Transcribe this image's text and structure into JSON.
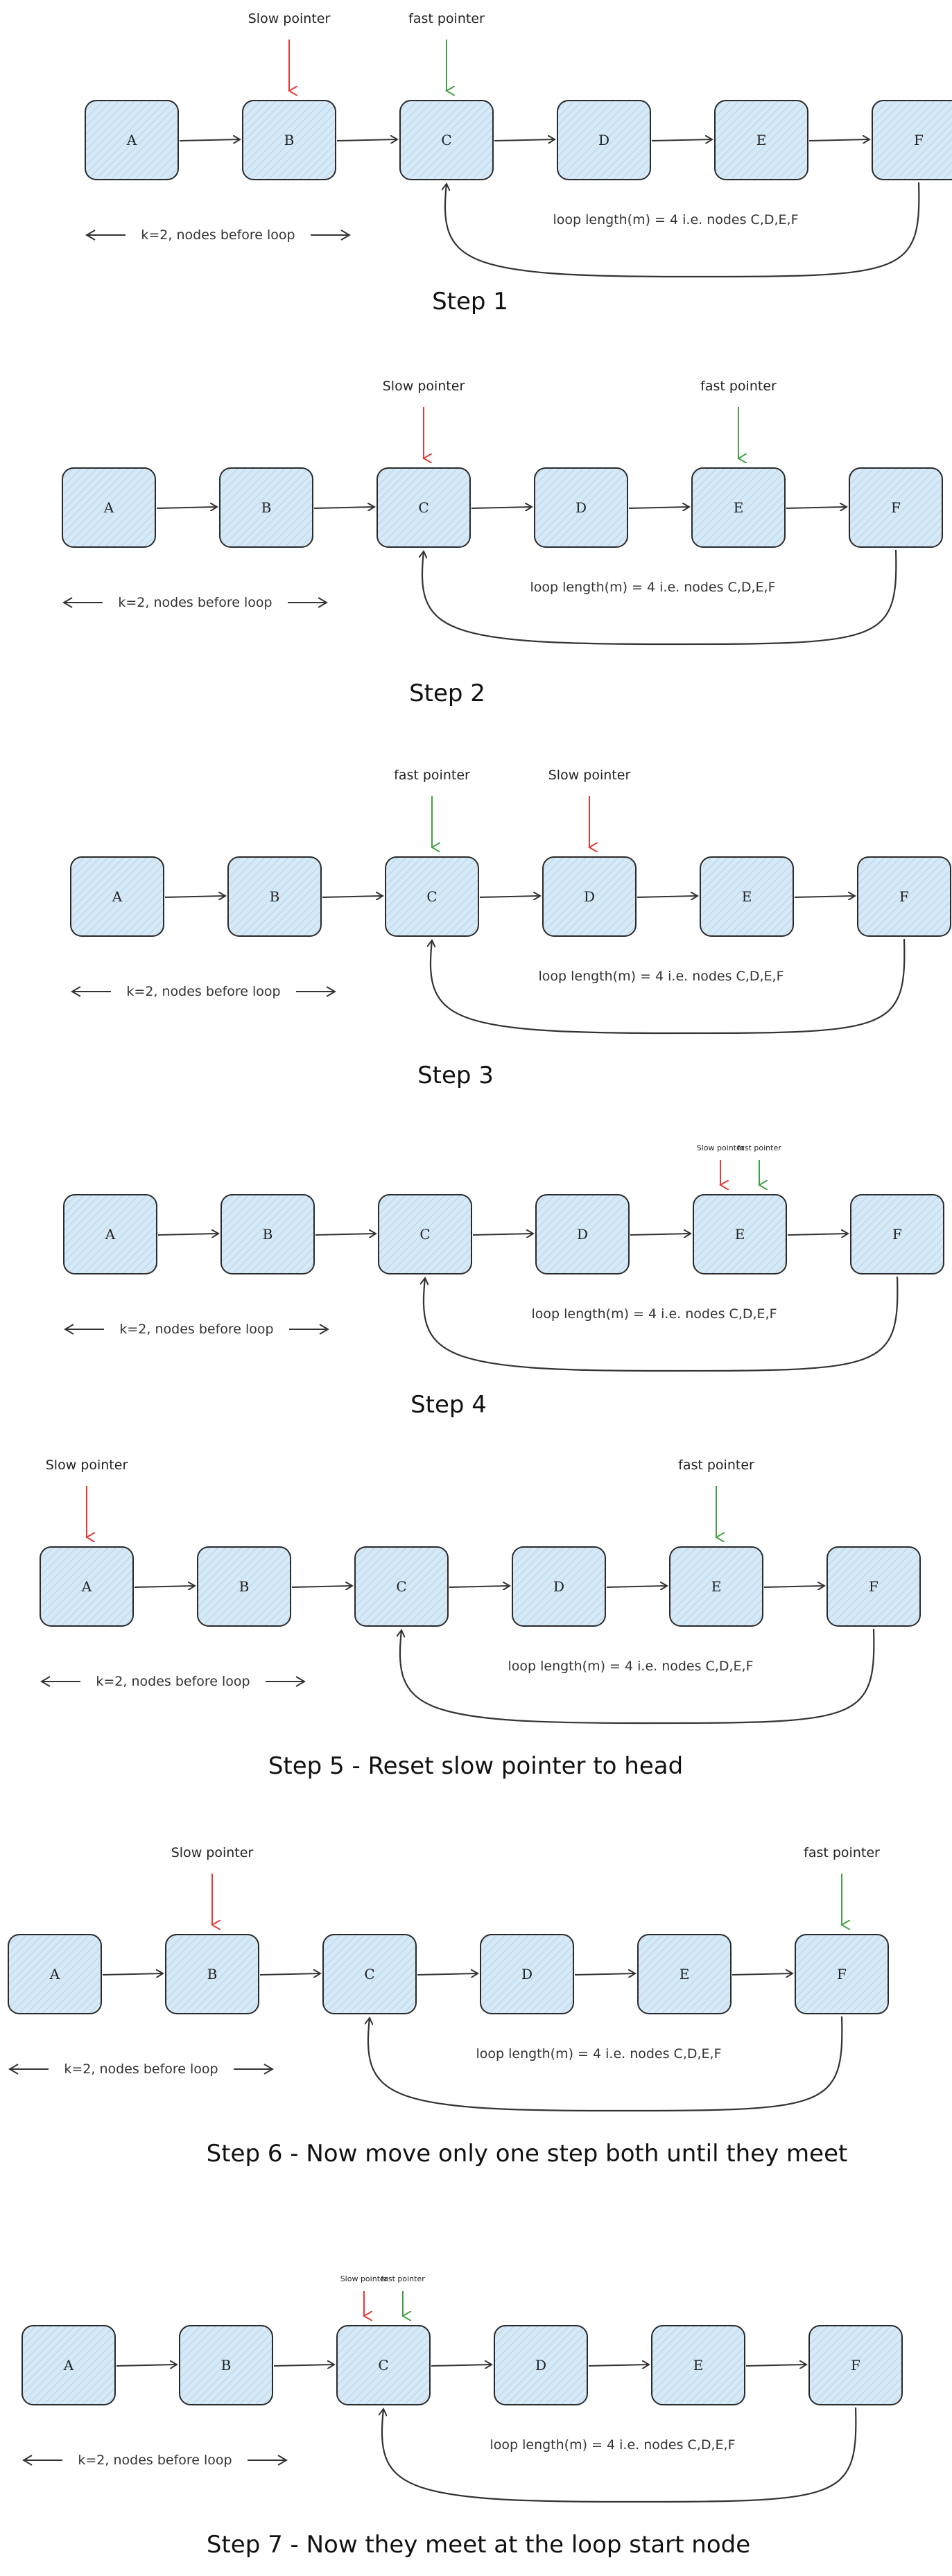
{
  "colors": {
    "slow": "#e53935",
    "fast": "#43a047",
    "node_fill": "#d6e9f7",
    "stroke": "#2a2a2a"
  },
  "legend": {
    "k_text": "k=2, nodes before loop",
    "loop_text": "loop length(m) = 4 i.e. nodes C,D,E,F"
  },
  "node_labels": [
    "A",
    "B",
    "C",
    "D",
    "E",
    "F"
  ],
  "pointer_labels": {
    "slow": "Slow pointer",
    "fast": "fast pointer"
  },
  "steps": [
    {
      "title": "Step 1",
      "slow_at": "B",
      "fast_at": "C",
      "small": false
    },
    {
      "title": "Step 2",
      "slow_at": "C",
      "fast_at": "E",
      "small": false
    },
    {
      "title": "Step 3",
      "slow_at": "D",
      "fast_at": "C",
      "small": false
    },
    {
      "title": "Step 4",
      "slow_at": "E",
      "fast_at": "E",
      "small": true
    },
    {
      "title": "Step 5 - Reset slow pointer to head",
      "slow_at": "A",
      "fast_at": "E",
      "small": false
    },
    {
      "title": "Step 6 - Now move only one step both until they meet",
      "slow_at": "B",
      "fast_at": "F",
      "small": false
    },
    {
      "title": "Step 7 - Now they meet at the loop start node",
      "slow_at": "C",
      "fast_at": "C",
      "small": true
    }
  ]
}
